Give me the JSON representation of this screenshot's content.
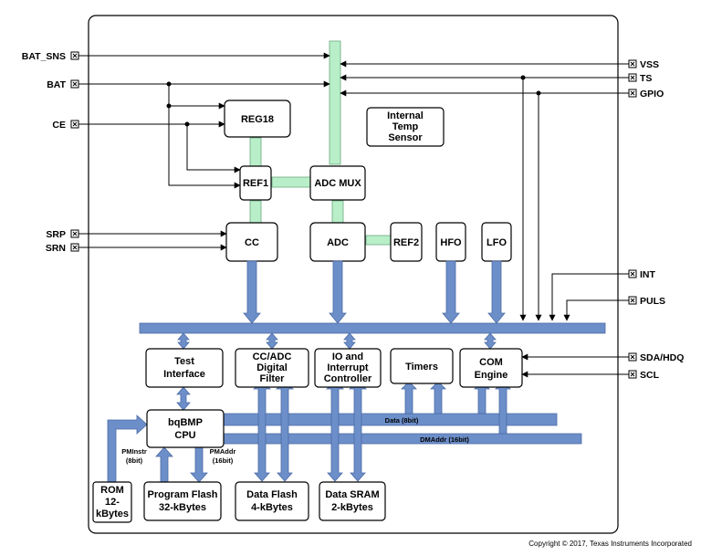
{
  "pins_left": [
    "BAT_SNS",
    "BAT",
    "CE",
    "SRP",
    "SRN"
  ],
  "pins_right": [
    "VSS",
    "TS",
    "GPIO",
    "INT",
    "PULS",
    "SDA/HDQ",
    "SCL"
  ],
  "blocks": {
    "reg18": "REG18",
    "ref1": "REF1",
    "adc_mux": "ADC MUX",
    "temp_sensor": [
      "Internal",
      "Temp",
      "Sensor"
    ],
    "cc": "CC",
    "adc": "ADC",
    "ref2": "REF2",
    "hfo": "HFO",
    "lfo": "LFO",
    "test_interface": [
      "Test",
      "Interface"
    ],
    "digital_filter": [
      "CC/ADC",
      "Digital",
      "Filter"
    ],
    "io_controller": [
      "IO and",
      "Interrupt",
      "Controller"
    ],
    "timers": "Timers",
    "com_engine": [
      "COM",
      "Engine"
    ],
    "cpu": [
      "bqBMP",
      "CPU"
    ],
    "rom": [
      "ROM",
      "12-",
      "kBytes"
    ],
    "program_flash": [
      "Program Flash",
      "32-kBytes"
    ],
    "data_flash": [
      "Data Flash",
      "4-kBytes"
    ],
    "data_sram": [
      "Data SRAM",
      "2-kBytes"
    ]
  },
  "bus_labels": {
    "data": "Data (8bit)",
    "dma_addr": "DMAddr (16bit)",
    "pm_instr": [
      "PMInstr",
      "(8bit)"
    ],
    "pm_addr": [
      "PMAddr",
      "(16bit)"
    ]
  },
  "copyright": "Copyright © 2017, Texas Instruments Incorporated"
}
